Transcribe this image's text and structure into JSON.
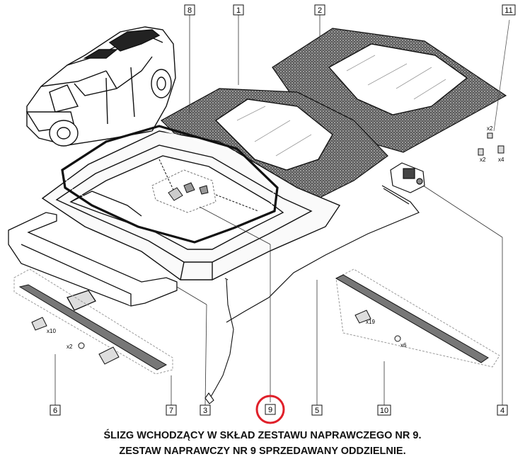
{
  "diagram": {
    "callouts": [
      "8",
      "1",
      "2",
      "11",
      "6",
      "7",
      "3",
      "9",
      "5",
      "10",
      "4"
    ],
    "highlighted_callout": "9",
    "highlight_color": "#e0202a",
    "quantities": {
      "screw_x2": "x2",
      "washer_x2": "x2",
      "bolt_x4": "x4",
      "clip_x10": "x10",
      "clip_x19": "x19",
      "pad_x2": "x2",
      "nut_x6": "x6"
    }
  },
  "caption": {
    "line1": "ŚLIZG WCHODZĄCY W SKŁAD ZESTAWU NAPRAWCZEGO NR 9.",
    "line2": "ZESTAW NAPRAWCZY NR 9 SPRZEDAWANY ODDZIELNIE."
  }
}
